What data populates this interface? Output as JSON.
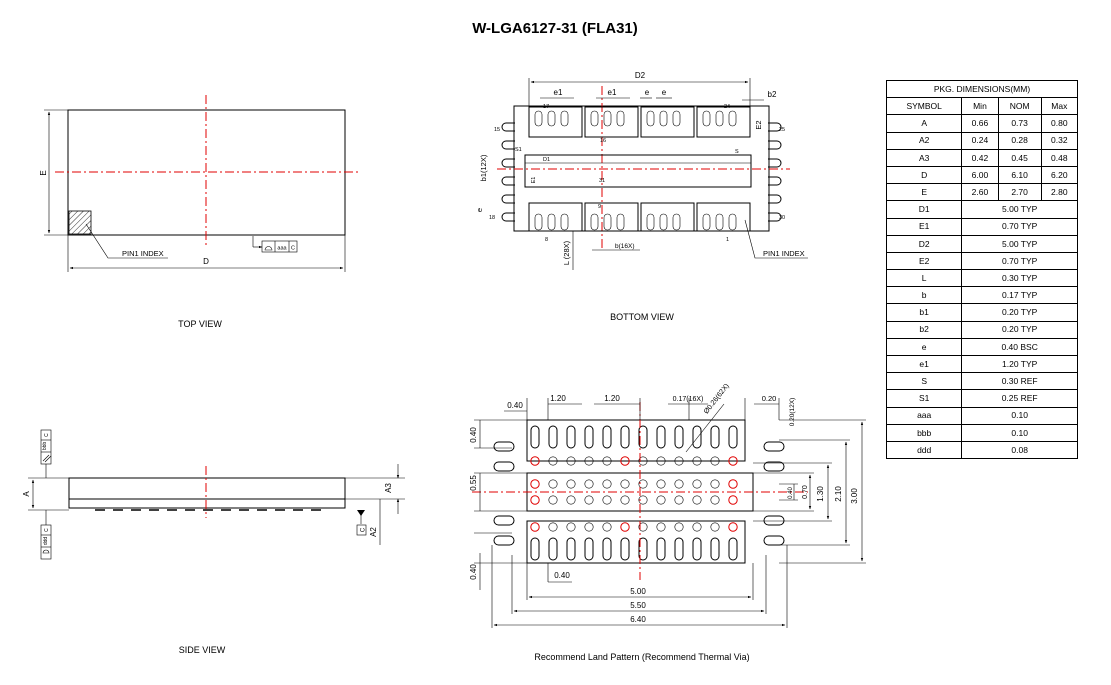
{
  "title": "W-LGA6127-31 (FLA31)",
  "views": {
    "top": "TOP VIEW",
    "bottom": "BOTTOM VIEW",
    "side": "SIDE VIEW",
    "land": "Recommend Land Pattern (Recommend Thermal Via)"
  },
  "top_view": {
    "e_label": "E",
    "d_label": "D",
    "pin1": "PIN1 INDEX",
    "fcf_aaa": "aaa",
    "fcf_datum": "C"
  },
  "bottom_view": {
    "d2": "D2",
    "e1a": "e1",
    "e1b": "e1",
    "ea": "e",
    "eb": "e",
    "b2": "b2",
    "pin15": "15",
    "pin17": "17",
    "pin16": "16",
    "pin24": "24",
    "pin25": "25",
    "s1": "S1",
    "s": "S",
    "d1": "D1",
    "e1v": "E1",
    "pin31": "31",
    "b1": "b1(12X)",
    "e2": "E2",
    "ev": "e",
    "pin18": "18",
    "pin9": "9",
    "pin30": "30",
    "pin8": "8",
    "pin1": "1",
    "l": "L (28X)",
    "b": "b(16X)",
    "pin1idx": "PIN1 INDEX"
  },
  "side_view": {
    "a": "A",
    "a3": "A3",
    "a2": "A2",
    "datum": "C",
    "bbb": "bbb",
    "ddd": "ddd",
    "c1": "C",
    "c2": "C"
  },
  "land_pattern": {
    "d040a": "0.40",
    "d120a": "1.20",
    "d120b": "1.20",
    "d017": "0.17(16X)",
    "d026": "Ø0.26(62X)",
    "d020": "0.20",
    "d020_12x": "0.20(12X)",
    "d040_left": "0.40",
    "d055": "0.55",
    "d040_right": "0.40",
    "d070": "0.70",
    "d130": "1.30",
    "d210": "2.10",
    "d300": "3.00",
    "d040_lower": "0.40",
    "d040_bottom": "0.40",
    "d500": "5.00",
    "d550": "5.50",
    "d640": "6.40"
  },
  "dimension_table": {
    "title": "PKG.   DIMENSIONS(MM)",
    "headers": [
      "SYMBOL",
      "Min",
      "NOM",
      "Max"
    ],
    "rows": [
      [
        "A",
        "0.66",
        "0.73",
        "0.80"
      ],
      [
        "A2",
        "0.24",
        "0.28",
        "0.32"
      ],
      [
        "A3",
        "0.42",
        "0.45",
        "0.48"
      ],
      [
        "D",
        "6.00",
        "6.10",
        "6.20"
      ],
      [
        "E",
        "2.60",
        "2.70",
        "2.80"
      ],
      [
        "D1",
        "5.00 TYP"
      ],
      [
        "E1",
        "0.70 TYP"
      ],
      [
        "D2",
        "5.00 TYP"
      ],
      [
        "E2",
        "0.70 TYP"
      ],
      [
        "L",
        "0.30 TYP"
      ],
      [
        "b",
        "0.17 TYP"
      ],
      [
        "b1",
        "0.20 TYP"
      ],
      [
        "b2",
        "0.20 TYP"
      ],
      [
        "e",
        "0.40 BSC"
      ],
      [
        "e1",
        "1.20 TYP"
      ],
      [
        "S",
        "0.30 REF"
      ],
      [
        "S1",
        "0.25 REF"
      ],
      [
        "aaa",
        "0.10"
      ],
      [
        "bbb",
        "0.10"
      ],
      [
        "ddd",
        "0.08"
      ]
    ]
  },
  "colors": {
    "centerline": "#e00000",
    "line": "#000000"
  }
}
